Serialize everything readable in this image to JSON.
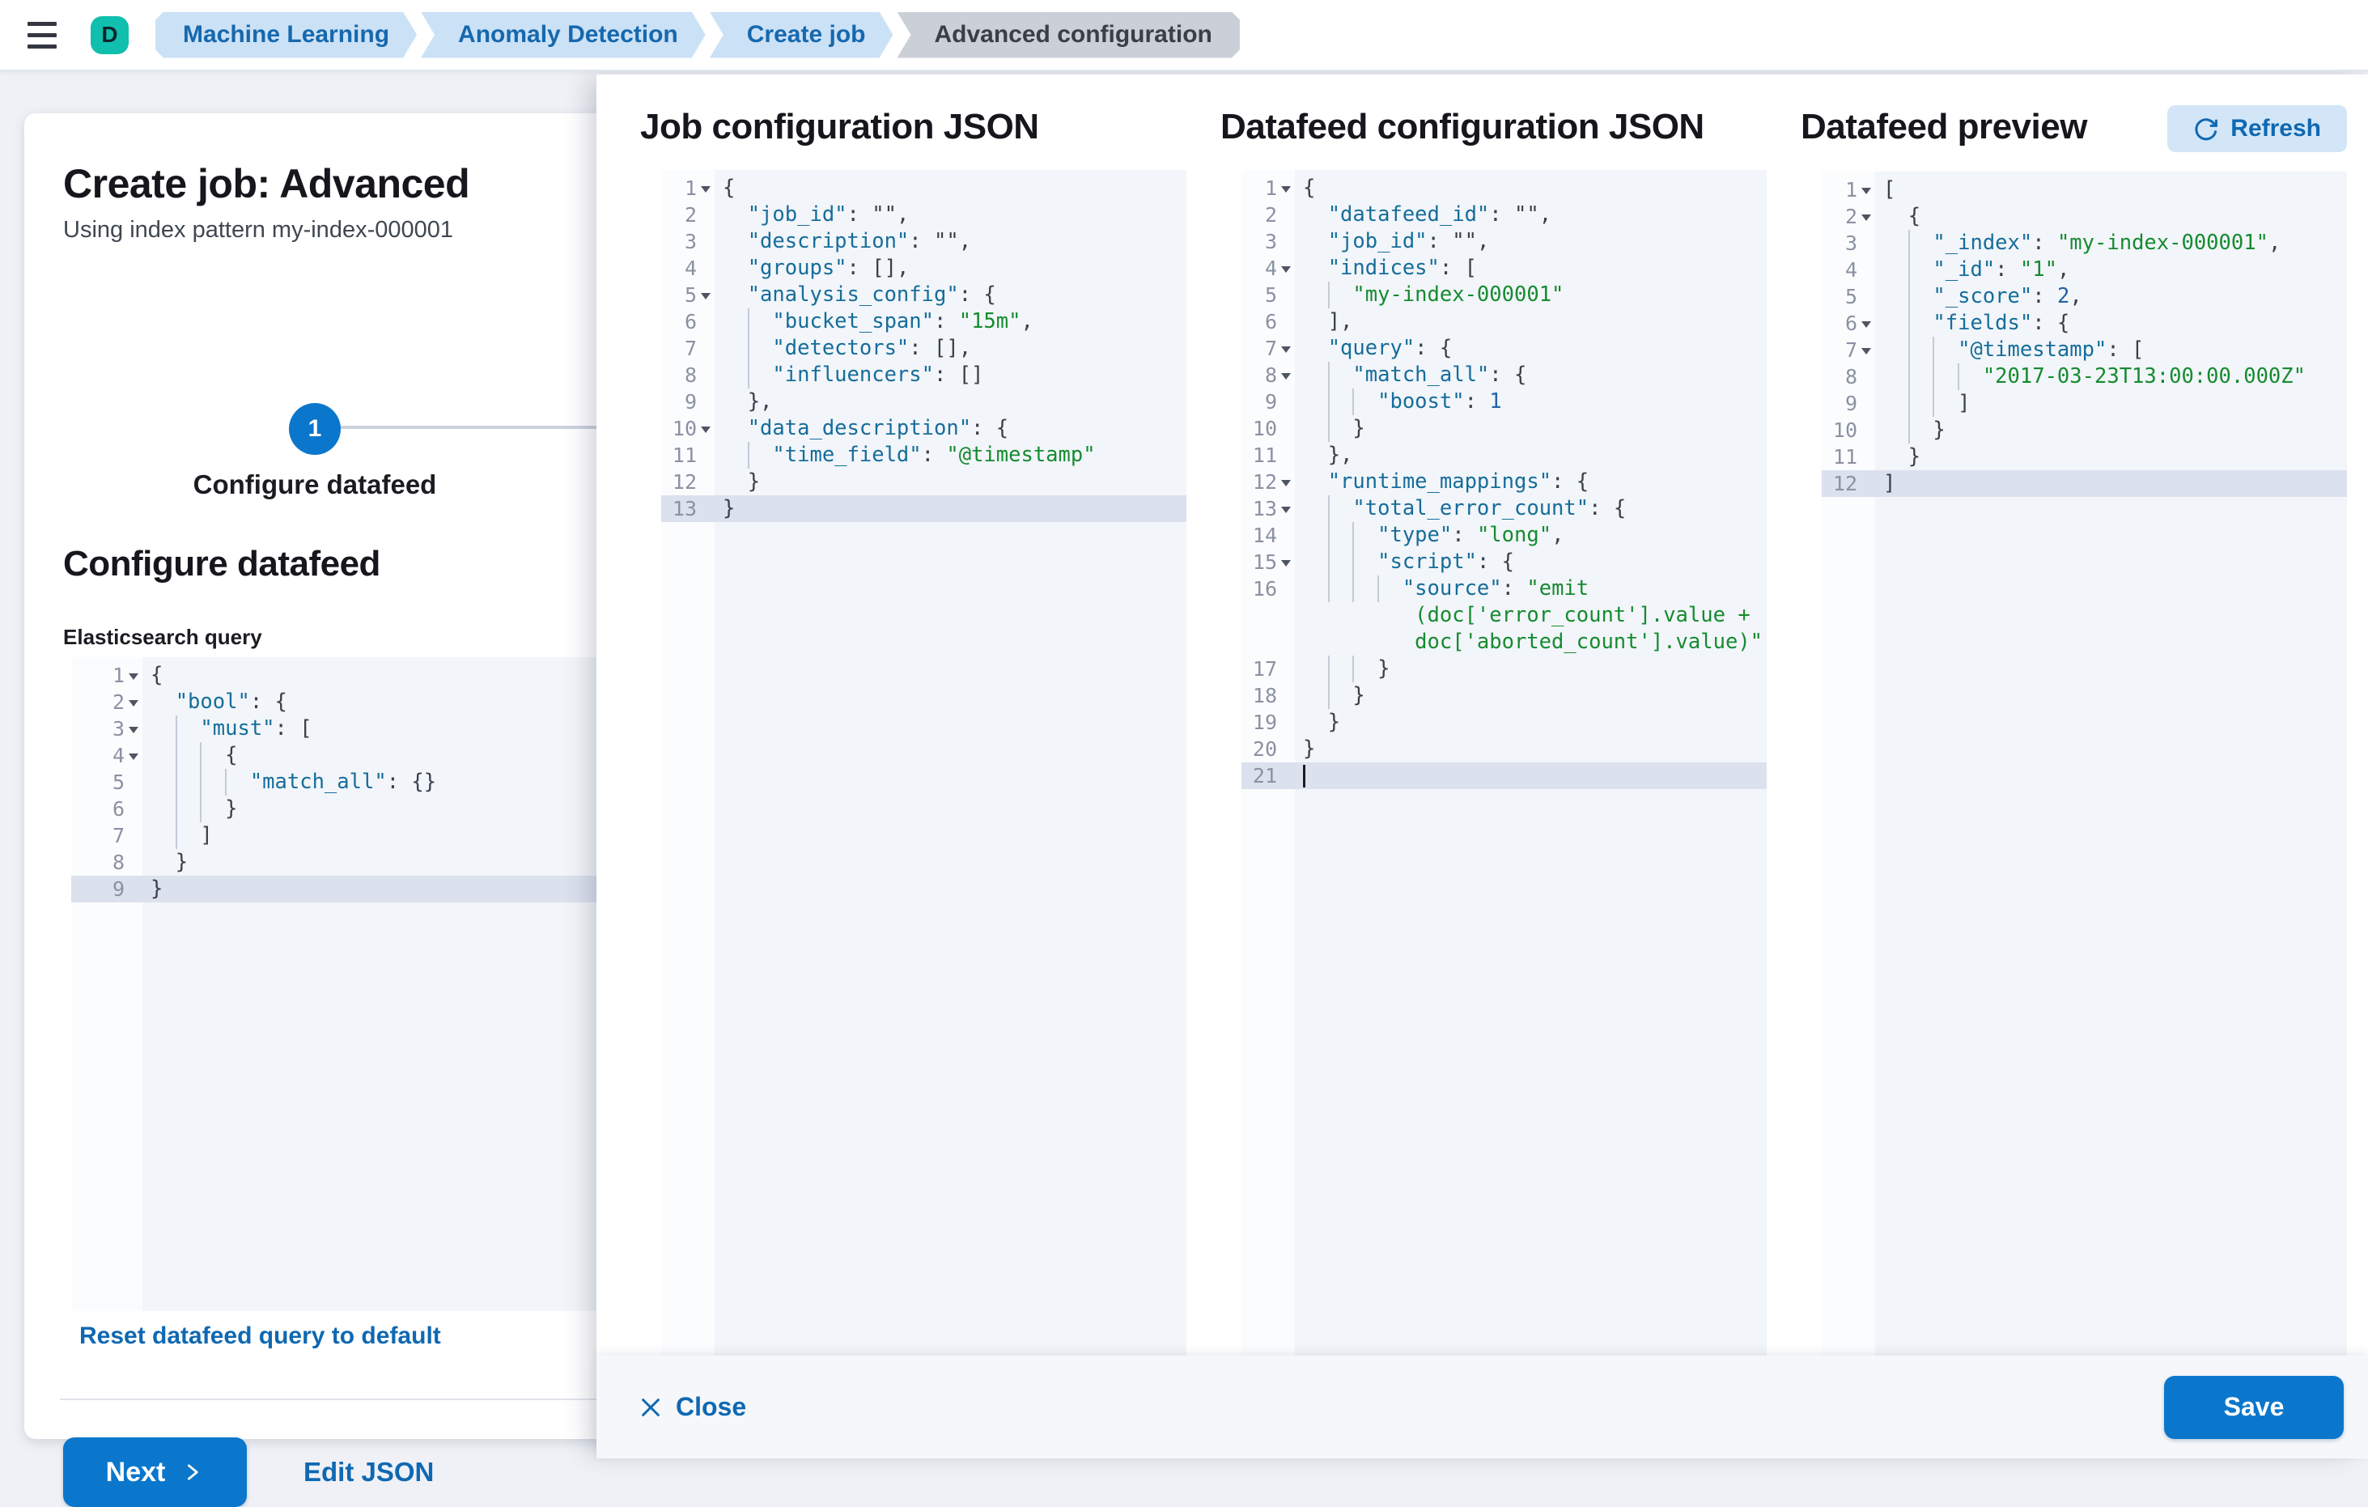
{
  "header": {
    "avatar_letter": "D",
    "breadcrumbs": [
      {
        "label": "Machine Learning",
        "variant": "blue"
      },
      {
        "label": "Anomaly Detection",
        "variant": "blue"
      },
      {
        "label": "Create job",
        "variant": "blue"
      },
      {
        "label": "Advanced configuration",
        "variant": "gray"
      }
    ]
  },
  "wizard": {
    "title": "Create job: Advanced",
    "subtitle": "Using index pattern my-index-000001",
    "step_number": "1",
    "step_label": "Configure datafeed",
    "section_heading": "Configure datafeed",
    "query_label": "Elasticsearch query",
    "reset_link": "Reset datafeed query to default",
    "next_label": "Next",
    "edit_json_label": "Edit JSON"
  },
  "panels": {
    "job": {
      "title": "Job configuration JSON"
    },
    "datafeed": {
      "title": "Datafeed configuration JSON"
    },
    "preview": {
      "title": "Datafeed preview",
      "refresh_label": "Refresh"
    }
  },
  "footer": {
    "close_label": "Close",
    "save_label": "Save"
  },
  "colors": {
    "primary": "#0B77CC",
    "link": "#0F68B2",
    "avatar_bg": "#10BFAD",
    "breadcrumb_blue_bg": "#CBE1F6",
    "breadcrumb_blue_text": "#1668AD",
    "breadcrumb_gray_bg": "#CBCFD8",
    "editor_bg": "#F2F5F9",
    "active_line": "#DBE1ED",
    "syntax_key": "#166D9B",
    "syntax_string": "#168B30",
    "syntax_number": "#2063A6",
    "syntax_punctuation": "#3A3F4C"
  },
  "editors": {
    "es_query": {
      "lines": [
        {
          "n": "1",
          "fold": true,
          "indent": 0,
          "segs": [
            [
              "p",
              "{"
            ]
          ]
        },
        {
          "n": "2",
          "fold": true,
          "indent": 1,
          "segs": [
            [
              "k",
              "\"bool\""
            ],
            [
              "p",
              ": {"
            ]
          ]
        },
        {
          "n": "3",
          "fold": true,
          "indent": 2,
          "segs": [
            [
              "k",
              "\"must\""
            ],
            [
              "p",
              ": ["
            ]
          ]
        },
        {
          "n": "4",
          "fold": true,
          "indent": 3,
          "segs": [
            [
              "p",
              "{"
            ]
          ]
        },
        {
          "n": "5",
          "indent": 4,
          "segs": [
            [
              "k",
              "\"match_all\""
            ],
            [
              "p",
              ": {}"
            ]
          ]
        },
        {
          "n": "6",
          "indent": 3,
          "segs": [
            [
              "p",
              "}"
            ]
          ]
        },
        {
          "n": "7",
          "indent": 2,
          "segs": [
            [
              "p",
              "]"
            ]
          ]
        },
        {
          "n": "8",
          "indent": 1,
          "segs": [
            [
              "p",
              "}"
            ]
          ]
        },
        {
          "n": "9",
          "active": true,
          "indent": 0,
          "segs": [
            [
              "p",
              "}"
            ]
          ]
        }
      ]
    },
    "job": {
      "lines": [
        {
          "n": "1",
          "fold": true,
          "indent": 0,
          "segs": [
            [
              "p",
              "{"
            ]
          ]
        },
        {
          "n": "2",
          "indent": 1,
          "segs": [
            [
              "k",
              "\"job_id\""
            ],
            [
              "p",
              ": \"\","
            ]
          ]
        },
        {
          "n": "3",
          "indent": 1,
          "segs": [
            [
              "k",
              "\"description\""
            ],
            [
              "p",
              ": \"\","
            ]
          ]
        },
        {
          "n": "4",
          "indent": 1,
          "segs": [
            [
              "k",
              "\"groups\""
            ],
            [
              "p",
              ": [],"
            ]
          ]
        },
        {
          "n": "5",
          "fold": true,
          "indent": 1,
          "segs": [
            [
              "k",
              "\"analysis_config\""
            ],
            [
              "p",
              ": {"
            ]
          ]
        },
        {
          "n": "6",
          "indent": 2,
          "segs": [
            [
              "k",
              "\"bucket_span\""
            ],
            [
              "p",
              ": "
            ],
            [
              "s",
              "\"15m\""
            ],
            [
              "p",
              ","
            ]
          ]
        },
        {
          "n": "7",
          "indent": 2,
          "segs": [
            [
              "k",
              "\"detectors\""
            ],
            [
              "p",
              ": [],"
            ]
          ]
        },
        {
          "n": "8",
          "indent": 2,
          "segs": [
            [
              "k",
              "\"influencers\""
            ],
            [
              "p",
              ": []"
            ]
          ]
        },
        {
          "n": "9",
          "indent": 1,
          "segs": [
            [
              "p",
              "},"
            ]
          ]
        },
        {
          "n": "10",
          "fold": true,
          "indent": 1,
          "segs": [
            [
              "k",
              "\"data_description\""
            ],
            [
              "p",
              ": {"
            ]
          ]
        },
        {
          "n": "11",
          "indent": 2,
          "segs": [
            [
              "k",
              "\"time_field\""
            ],
            [
              "p",
              ": "
            ],
            [
              "s",
              "\"@timestamp\""
            ]
          ]
        },
        {
          "n": "12",
          "indent": 1,
          "segs": [
            [
              "p",
              "}"
            ]
          ]
        },
        {
          "n": "13",
          "active": true,
          "indent": 0,
          "segs": [
            [
              "p",
              "}"
            ]
          ]
        }
      ]
    },
    "datafeed": {
      "lines": [
        {
          "n": "1",
          "fold": true,
          "indent": 0,
          "segs": [
            [
              "p",
              "{"
            ]
          ]
        },
        {
          "n": "2",
          "indent": 1,
          "segs": [
            [
              "k",
              "\"datafeed_id\""
            ],
            [
              "p",
              ": \"\","
            ]
          ]
        },
        {
          "n": "3",
          "indent": 1,
          "segs": [
            [
              "k",
              "\"job_id\""
            ],
            [
              "p",
              ": \"\","
            ]
          ]
        },
        {
          "n": "4",
          "fold": true,
          "indent": 1,
          "segs": [
            [
              "k",
              "\"indices\""
            ],
            [
              "p",
              ": ["
            ]
          ]
        },
        {
          "n": "5",
          "indent": 2,
          "segs": [
            [
              "s",
              "\"my-index-000001\""
            ]
          ]
        },
        {
          "n": "6",
          "indent": 1,
          "segs": [
            [
              "p",
              "],"
            ]
          ]
        },
        {
          "n": "7",
          "fold": true,
          "indent": 1,
          "segs": [
            [
              "k",
              "\"query\""
            ],
            [
              "p",
              ": {"
            ]
          ]
        },
        {
          "n": "8",
          "fold": true,
          "indent": 2,
          "segs": [
            [
              "k",
              "\"match_all\""
            ],
            [
              "p",
              ": {"
            ]
          ]
        },
        {
          "n": "9",
          "indent": 3,
          "segs": [
            [
              "k",
              "\"boost\""
            ],
            [
              "p",
              ": "
            ],
            [
              "n",
              "1"
            ]
          ]
        },
        {
          "n": "10",
          "indent": 2,
          "segs": [
            [
              "p",
              "}"
            ]
          ]
        },
        {
          "n": "11",
          "indent": 1,
          "segs": [
            [
              "p",
              "},"
            ]
          ]
        },
        {
          "n": "12",
          "fold": true,
          "indent": 1,
          "segs": [
            [
              "k",
              "\"runtime_mappings\""
            ],
            [
              "p",
              ": {"
            ]
          ]
        },
        {
          "n": "13",
          "fold": true,
          "indent": 2,
          "segs": [
            [
              "k",
              "\"total_error_count\""
            ],
            [
              "p",
              ": {"
            ]
          ]
        },
        {
          "n": "14",
          "indent": 3,
          "segs": [
            [
              "k",
              "\"type\""
            ],
            [
              "p",
              ": "
            ],
            [
              "s",
              "\"long\""
            ],
            [
              "p",
              ","
            ]
          ]
        },
        {
          "n": "15",
          "fold": true,
          "indent": 3,
          "segs": [
            [
              "k",
              "\"script\""
            ],
            [
              "p",
              ": {"
            ]
          ]
        },
        {
          "n": "16",
          "indent": 4,
          "segs": [
            [
              "k",
              "\"source\""
            ],
            [
              "p",
              ": "
            ],
            [
              "s",
              "\"emit"
            ]
          ]
        },
        {
          "n": "",
          "indent": 0,
          "pad": 9,
          "segs": [
            [
              "s",
              "(doc['error_count'].value +"
            ]
          ]
        },
        {
          "n": "",
          "indent": 0,
          "pad": 9,
          "segs": [
            [
              "s",
              "doc['aborted_count'].value)\""
            ]
          ]
        },
        {
          "n": "17",
          "indent": 3,
          "segs": [
            [
              "p",
              "}"
            ]
          ]
        },
        {
          "n": "18",
          "indent": 2,
          "segs": [
            [
              "p",
              "}"
            ]
          ]
        },
        {
          "n": "19",
          "indent": 1,
          "segs": [
            [
              "p",
              "}"
            ]
          ]
        },
        {
          "n": "20",
          "indent": 0,
          "segs": [
            [
              "p",
              "}"
            ]
          ]
        },
        {
          "n": "21",
          "active": true,
          "indent": 0,
          "cursor": true,
          "segs": []
        }
      ]
    },
    "preview": {
      "lines": [
        {
          "n": "1",
          "fold": true,
          "indent": 0,
          "segs": [
            [
              "p",
              "["
            ]
          ]
        },
        {
          "n": "2",
          "fold": true,
          "indent": 1,
          "segs": [
            [
              "p",
              "{"
            ]
          ]
        },
        {
          "n": "3",
          "indent": 2,
          "segs": [
            [
              "k",
              "\"_index\""
            ],
            [
              "p",
              ": "
            ],
            [
              "s",
              "\"my-index-000001\""
            ],
            [
              "p",
              ","
            ]
          ]
        },
        {
          "n": "4",
          "indent": 2,
          "segs": [
            [
              "k",
              "\"_id\""
            ],
            [
              "p",
              ": "
            ],
            [
              "s",
              "\"1\""
            ],
            [
              "p",
              ","
            ]
          ]
        },
        {
          "n": "5",
          "indent": 2,
          "segs": [
            [
              "k",
              "\"_score\""
            ],
            [
              "p",
              ": "
            ],
            [
              "n",
              "2"
            ],
            [
              "p",
              ","
            ]
          ]
        },
        {
          "n": "6",
          "fold": true,
          "indent": 2,
          "segs": [
            [
              "k",
              "\"fields\""
            ],
            [
              "p",
              ": {"
            ]
          ]
        },
        {
          "n": "7",
          "fold": true,
          "indent": 3,
          "segs": [
            [
              "k",
              "\"@timestamp\""
            ],
            [
              "p",
              ": ["
            ]
          ]
        },
        {
          "n": "8",
          "indent": 4,
          "segs": [
            [
              "s",
              "\"2017-03-23T13:00:00.000Z\""
            ]
          ]
        },
        {
          "n": "9",
          "indent": 3,
          "segs": [
            [
              "p",
              "]"
            ]
          ]
        },
        {
          "n": "10",
          "indent": 2,
          "segs": [
            [
              "p",
              "}"
            ]
          ]
        },
        {
          "n": "11",
          "indent": 1,
          "segs": [
            [
              "p",
              "}"
            ]
          ]
        },
        {
          "n": "12",
          "active": true,
          "indent": 0,
          "segs": [
            [
              "p",
              "]"
            ]
          ]
        }
      ]
    }
  }
}
